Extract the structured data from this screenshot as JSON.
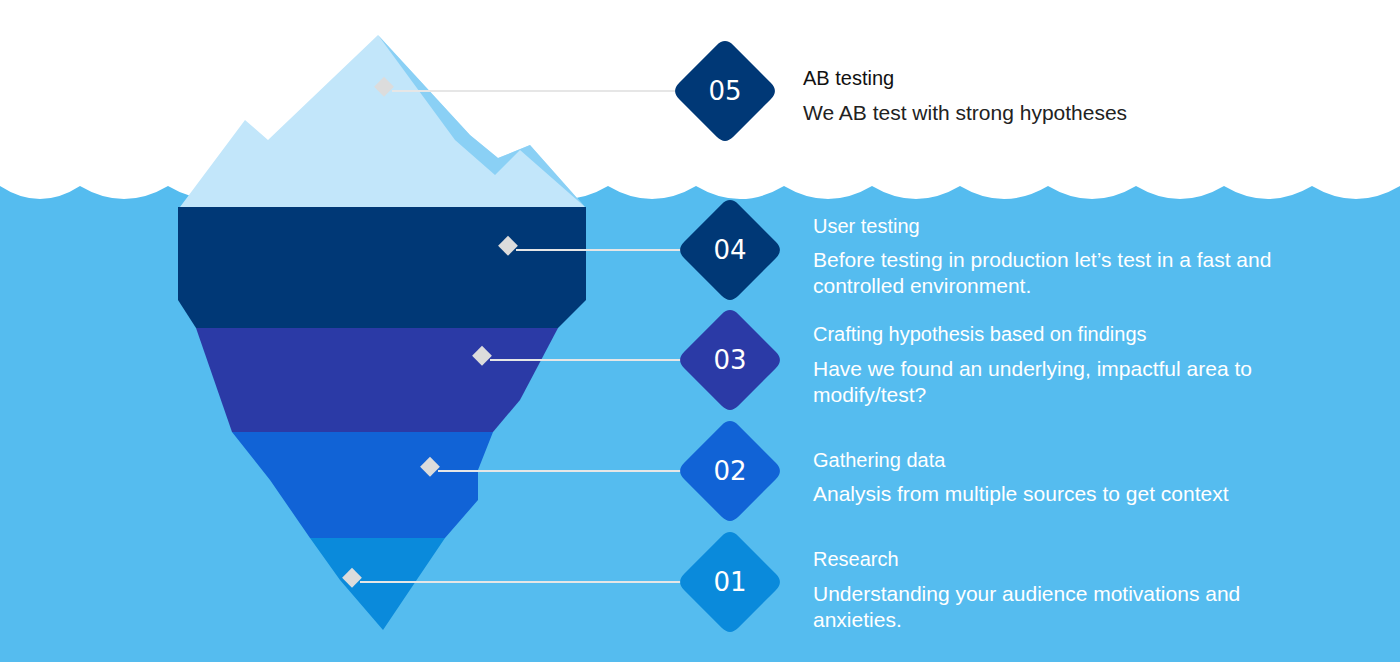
{
  "diagram": {
    "nodes": [
      {
        "text": [
          "05"
        ]
      },
      {
        "text": [
          "04"
        ]
      },
      {
        "text": [
          "03"
        ]
      },
      {
        "text": [
          "02"
        ]
      },
      {
        "text": [
          "01"
        ]
      }
    ],
    "labels": [
      "AB testing",
      "We AB test with strong hypotheses",
      "User testing",
      "Before testing in production let’s test in a fast and controlled environment.",
      "Crafting hypothesis based on findings",
      "Have we found an underlying, impactful area to modify/test?",
      "Gathering data",
      "Analysis from multiple sources to get context",
      "Research",
      "Understanding your audience motivations and anxieties."
    ]
  }
}
